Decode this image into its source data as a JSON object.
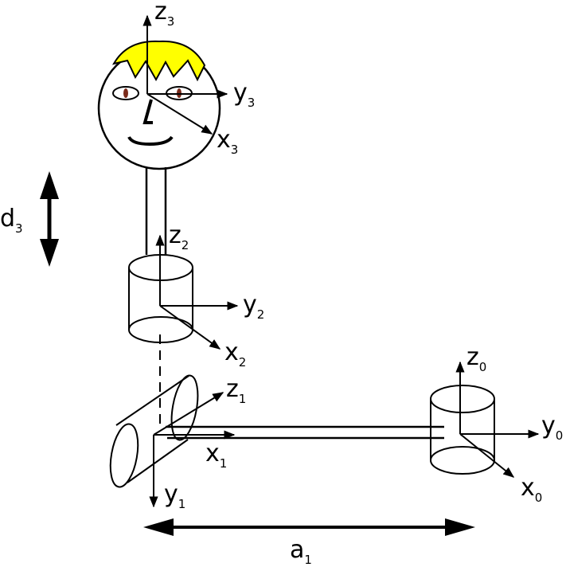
{
  "labels": {
    "z3": {
      "main": "z",
      "sub": "3"
    },
    "y3": {
      "main": "y",
      "sub": "3"
    },
    "x3": {
      "main": "x",
      "sub": "3"
    },
    "d3": {
      "main": "d",
      "sub": "3"
    },
    "z2": {
      "main": "z",
      "sub": "2"
    },
    "y2": {
      "main": "y",
      "sub": "2"
    },
    "x2": {
      "main": "x",
      "sub": "2"
    },
    "z1": {
      "main": "z",
      "sub": "1"
    },
    "x1": {
      "main": "x",
      "sub": "1"
    },
    "y1": {
      "main": "y",
      "sub": "1"
    },
    "z0": {
      "main": "z",
      "sub": "0"
    },
    "y0": {
      "main": "y",
      "sub": "0"
    },
    "x0": {
      "main": "x",
      "sub": "0"
    },
    "a1": {
      "main": "a",
      "sub": "1"
    }
  },
  "colors": {
    "stroke": "#000000",
    "hair": "#ffff00",
    "eye": "#7a2a1a",
    "background": "#ffffff"
  }
}
